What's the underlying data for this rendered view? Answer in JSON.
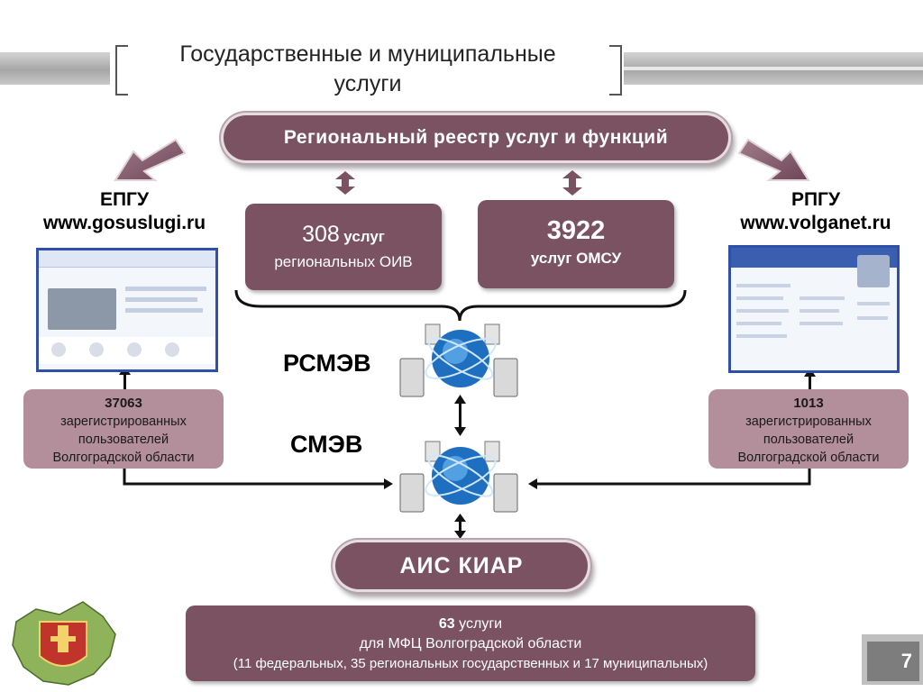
{
  "header": {
    "title_line1": "Государственные и муниципальные",
    "title_line2": "услуги"
  },
  "registry": {
    "label": "Региональный реестр услуг и функций"
  },
  "oiv": {
    "number": "308",
    "unit": "услуг",
    "subtitle": "региональных ОИВ"
  },
  "omsu": {
    "number": "3922",
    "subtitle": "услуг ОМСУ"
  },
  "epgu": {
    "name": "ЕПГУ",
    "url": "www.gosuslugi.ru"
  },
  "rpgu": {
    "name": "РПГУ",
    "url": "www.volganet.ru"
  },
  "users_left": {
    "count": "37063",
    "line1": "зарегистрированных",
    "line2": "пользователей",
    "line3": "Волгоградской области"
  },
  "users_right": {
    "count": "1013",
    "line1": "зарегистрированных",
    "line2": "пользователей",
    "line3": "Волгоградской области"
  },
  "networks": {
    "rsmev": "РСМЭВ",
    "smev": "СМЭВ"
  },
  "ais": {
    "label": "АИС КИАР"
  },
  "mfc": {
    "number": "63",
    "unit": "услуги",
    "line2": "для МФЦ Волгоградской области",
    "line3": "(11 федеральных, 35 региональных государственных и 17  муниципальных)"
  },
  "page": {
    "number": "7"
  },
  "colors": {
    "accent": "#7a5262",
    "accent_light": "#b38f9b",
    "link_blue": "#2f4fa8"
  }
}
